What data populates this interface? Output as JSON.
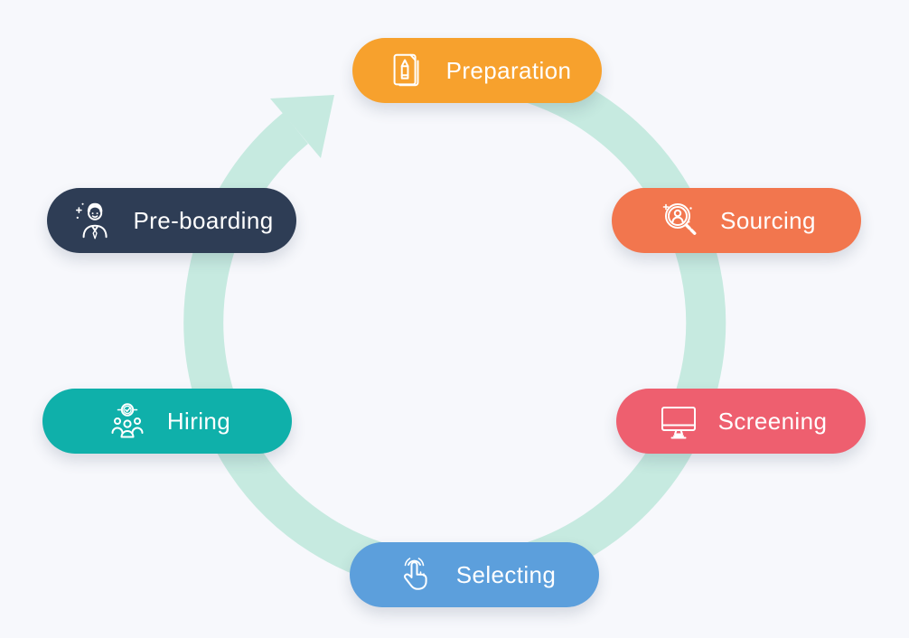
{
  "diagram": {
    "name": "recruitment-cycle",
    "cycle_direction": "clockwise"
  },
  "colors": {
    "background": "#F7F8FC",
    "arrow": "#C6EAE0",
    "label_text": "#FFFFFF"
  },
  "stages": [
    {
      "id": "preparation",
      "label": "Preparation",
      "color": "#F7A12D",
      "icon": "document-pencil-icon"
    },
    {
      "id": "sourcing",
      "label": "Sourcing",
      "color": "#F2764E",
      "icon": "magnifier-person-icon"
    },
    {
      "id": "screening",
      "label": "Screening",
      "color": "#EE5F6F",
      "icon": "monitor-icon"
    },
    {
      "id": "selecting",
      "label": "Selecting",
      "color": "#5C9FDC",
      "icon": "tap-hand-icon"
    },
    {
      "id": "hiring",
      "label": "Hiring",
      "color": "#0FB0AA",
      "icon": "team-badge-icon"
    },
    {
      "id": "preboarding",
      "label": "Pre-boarding",
      "color": "#2E3D55",
      "icon": "employee-icon"
    }
  ]
}
